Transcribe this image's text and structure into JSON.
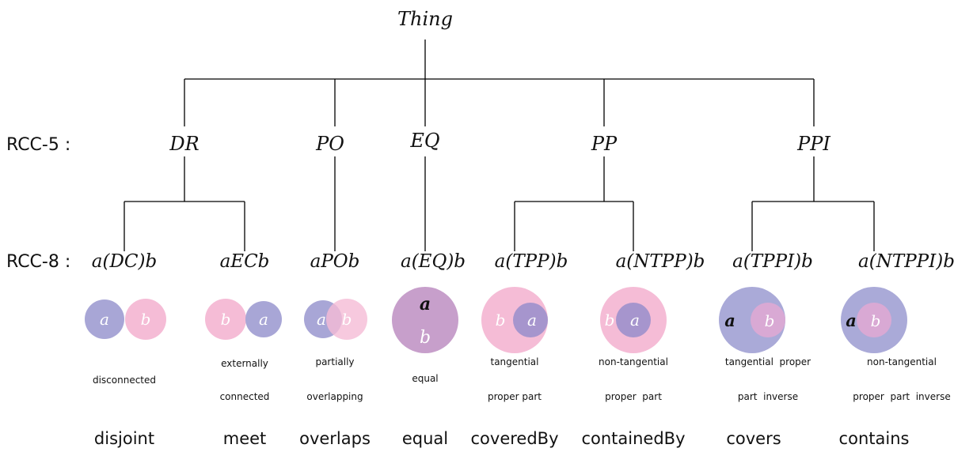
{
  "root": "Thing",
  "level_labels": {
    "rcc5": "RCC-5 :",
    "rcc8": "RCC-8 :"
  },
  "rcc5": [
    "DR",
    "PO",
    "EQ",
    "PP",
    "PPI"
  ],
  "relations": [
    {
      "notation": "a(DC)b",
      "desc1": "disconnected",
      "desc2": "",
      "name": "disjoint"
    },
    {
      "notation": "aECb",
      "desc1": "externally",
      "desc2": "connected",
      "name": "meet"
    },
    {
      "notation": "aPOb",
      "desc1": "partially",
      "desc2": "overlapping",
      "name": "overlaps"
    },
    {
      "notation": "a(EQ)b",
      "desc1": "equal",
      "desc2": "",
      "name": "equal"
    },
    {
      "notation": "a(TPP)b",
      "desc1": "tangential",
      "desc2": "proper  part",
      "name": "coveredBy"
    },
    {
      "notation": "a(NTPP)b",
      "desc1": "non-tangential",
      "desc2": "proper  part",
      "name": "containedBy"
    },
    {
      "notation": "a(TPPI)b",
      "desc1": "tangential  proper",
      "desc2": "part  inverse",
      "name": "covers"
    },
    {
      "notation": "a(NTPPI)b",
      "desc1": "non-tangential",
      "desc2": "proper  part  inverse",
      "name": "contains"
    }
  ],
  "region_a": "a",
  "region_b": "b",
  "colors": {
    "a": "#a8a6d6",
    "b": "#f5bcd6",
    "overlap": "#b68cc0",
    "line": "#000000"
  }
}
